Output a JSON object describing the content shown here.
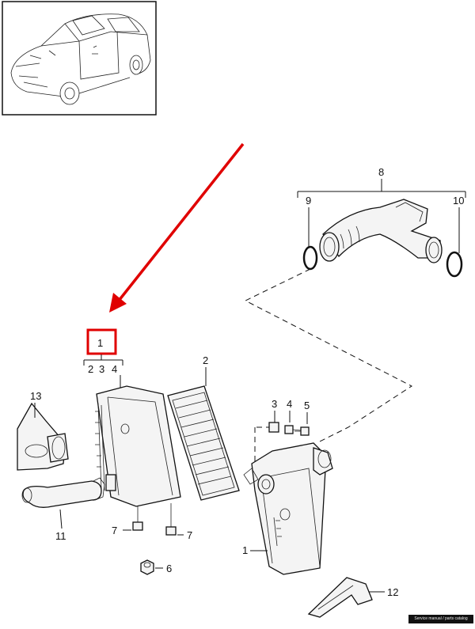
{
  "diagram": {
    "labels": {
      "p1_top": "1",
      "p2": "2",
      "p3_sub": "3",
      "p4_sub": "4",
      "p2_sub": "2",
      "p3": "3",
      "p4": "4",
      "p5": "5",
      "p6": "6",
      "p7a": "7",
      "p7b": "7",
      "p8": "8",
      "p9": "9",
      "p10": "10",
      "p1_housing": "1",
      "p11": "11",
      "p12": "12",
      "p13": "13"
    },
    "highlight_color": "#e00000",
    "watermark": "Service manual / parts catalog"
  }
}
